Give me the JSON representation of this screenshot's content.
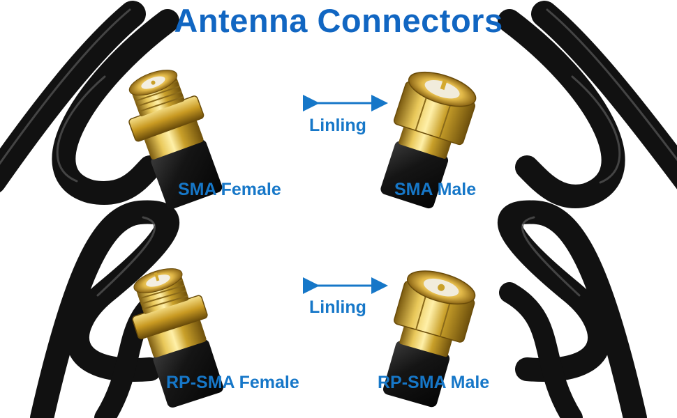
{
  "title": "Antenna Connectors",
  "watermarks": [
    "Linling",
    "Linling"
  ],
  "connectors": {
    "top_left": "SMA Female",
    "top_right": "SMA Male",
    "bottom_left": "RP-SMA Female",
    "bottom_right": "RP-SMA Male"
  },
  "colors": {
    "text_blue": "#1677c8",
    "title_blue": "#1166c2",
    "cable": "#141414",
    "gold": "#c9a02a",
    "gold_light": "#f2da7a",
    "gold_dark": "#7a5a10",
    "background": "#ffffff"
  },
  "icons": [
    "double-arrow-icon",
    "double-arrow-icon"
  ]
}
